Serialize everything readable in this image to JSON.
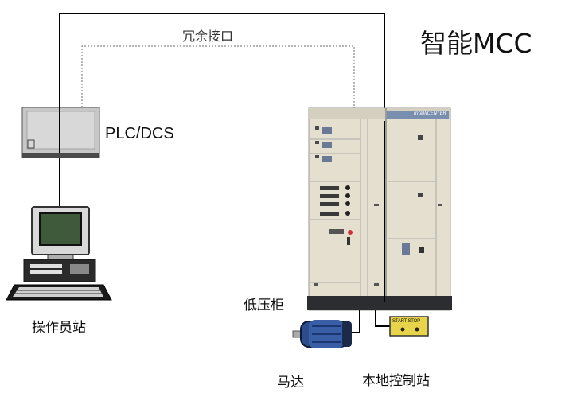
{
  "title": "智能MCC",
  "labels": {
    "redundant_interface": "冗余接口",
    "plc_dcs": "PLC/DCS",
    "operator_station": "操作员站",
    "low_voltage_cabinet": "低压柜",
    "motor": "马达",
    "local_control_station": "本地控制站",
    "cabinet_brand": "IntelliCENTER",
    "start_stop": "START STOP"
  },
  "colors": {
    "line": "#000000",
    "dotted_line": "#888888",
    "cabinet_body": "#e4dfcf",
    "cabinet_base": "#2b2d30",
    "cabinet_header": "#7a8fb0",
    "plc_body": "#c7c7c7",
    "monitor_screen": "#3e5a3a",
    "control_station": "#e8d44a",
    "motor_blue": "#2c4c8c"
  },
  "icons": {
    "plc": "plc-rack-icon",
    "workstation": "workstation-icon",
    "cabinet": "mcc-cabinet-icon",
    "motor": "motor-icon",
    "control_station": "control-station-icon"
  }
}
